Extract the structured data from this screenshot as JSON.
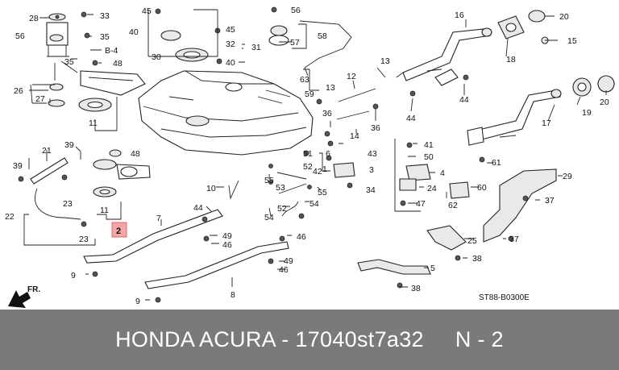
{
  "diagram": {
    "code": "ST88-B0300E",
    "direction_label": "FR.",
    "highlighted_callout": "2",
    "callout_labels": [
      "1",
      "2",
      "3",
      "4",
      "5",
      "6",
      "7",
      "8",
      "9",
      "10",
      "11",
      "12",
      "13",
      "14",
      "15",
      "16",
      "17",
      "18",
      "19",
      "20",
      "21",
      "22",
      "23",
      "24",
      "25",
      "26",
      "27",
      "28",
      "29",
      "30",
      "31",
      "32",
      "33",
      "35",
      "36",
      "37",
      "38",
      "39",
      "40",
      "41",
      "42",
      "43",
      "44",
      "45",
      "46",
      "47",
      "48",
      "49",
      "50",
      "51",
      "52",
      "53",
      "54",
      "55",
      "56",
      "57",
      "58",
      "59",
      "60",
      "61",
      "62",
      "63",
      "B-4"
    ]
  },
  "footer": {
    "brand": "HONDA ACURA",
    "separator": " - ",
    "part_number": "17040st7a32",
    "gap": "     ",
    "page": "N - 2"
  }
}
